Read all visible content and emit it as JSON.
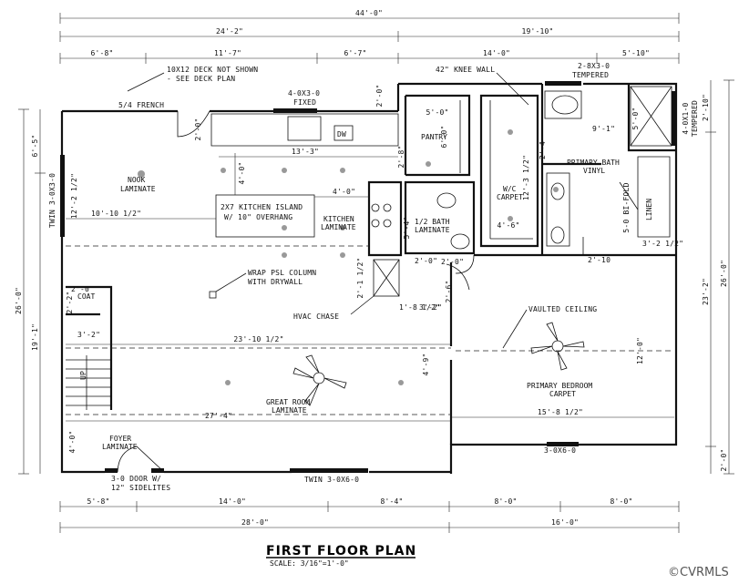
{
  "dimensions": {
    "overall_top": "44'-0\"",
    "top_left": "24'-2\"",
    "top_right": "19'-10\"",
    "row3": [
      "6'-8\"",
      "11'-7\"",
      "6'-7\"",
      "14'-0\"",
      "5'-10\""
    ],
    "bottom_row1": [
      "5'-8\"",
      "14'-0\"",
      "8'-4\"",
      "8'-0\"",
      "8'-0\""
    ],
    "bottom_row2": [
      "28'-0\"",
      "16'-0\""
    ],
    "left_outer": "26'-0\"",
    "left_inner": "19'-1\"",
    "left_top": "6'-5\"",
    "left_window_side": "12'-2 1/2\"",
    "right_outer": "26'-0\"",
    "right_inner": "23'-2\"",
    "right_top": "2'-10\"",
    "right_bottom": "2'-0\"",
    "interior": {
      "d_13_3": "13'-3\"",
      "d_4_0_kitchen": "4'-0\"",
      "d_10_10": "10'-10 1/2\"",
      "d_4_0_island": "4'-0\"",
      "d_23_10": "23'-10 1/2\"",
      "d_27_4": "27'-4\"",
      "d_2_0_left": "2'-0\"",
      "d_2_0_window": "2'-0\"",
      "d_5_0_pantry": "5'-0\"",
      "d_6_0_pantry": "6'-0\"",
      "d_2_8": "2'-8\"",
      "d_12_3": "12'-3 1/2\"",
      "d_4_6": "4'-6\"",
      "d_5_4": "5'-4\"",
      "d_9_1": "9'-1\"",
      "d_5_0_shower": "5'-0\"",
      "d_3_2": "3'-2 1/2\"",
      "d_2_10": "2'-10",
      "d_2_0_bath": "2'-0\"",
      "d_3_2_hall": "3'-2\"",
      "d_2_6_door": "2'-6\"",
      "d_2_0_col": "2'-0\"",
      "d_1_8": "1'-8 1/2\"",
      "d_2_1": "2'-1 1/2\"",
      "d_2_4": "2'-4",
      "d_12_0": "12'-0\"",
      "d_15_8": "15'-8 1/2\"",
      "d_4_9": "4'-9\"",
      "d_3_2_coat": "3'-2\"",
      "d_2_6_coat": "2'-0",
      "d_4_0_foyer": "4'-0\"",
      "d_2_2": "2'-2\""
    }
  },
  "notes": {
    "deck": "10X12 DECK NOT SHOWN",
    "deck2": "- SEE DECK PLAN",
    "french": "5/4 FRENCH",
    "window_fixed_a": "4-0X3-0",
    "window_fixed_b": "FIXED",
    "knee_wall": "42\" KNEE WALL",
    "tempered_top_a": "2-8X3-0",
    "tempered_top_b": "TEMPERED",
    "tempered_right_a": "4-0X1-0",
    "tempered_right_b": "TEMPERED",
    "island_a": "2X7 KITCHEN ISLAND",
    "island_b": "W/ 10\" OVERHANG",
    "column_a": "WRAP PSL COLUMN",
    "column_b": "WITH DRYWALL",
    "hvac": "HVAC CHASE",
    "vaulted": "VAULTED CEILING",
    "twin_left": "TWIN 3-0X3-0",
    "door_a": "3-0 DOOR W/",
    "door_b": "12\" SIDELITES",
    "twin_bottom": "TWIN 3-0X6-0",
    "bedroom_window": "3-0X6-0",
    "bifold": "5-0 BI-FOLD",
    "dw": "DW",
    "up": "UP"
  },
  "rooms": {
    "nook": {
      "name": "NOOK",
      "floor": "LAMINATE"
    },
    "kitchen": {
      "name": "KITCHEN",
      "floor": "LAMINATE"
    },
    "pantry": {
      "name": "PANTRY"
    },
    "wic": {
      "name": "W/C",
      "floor": "CARPET"
    },
    "primary_bath": {
      "name": "PRIMARY BATH",
      "floor": "VINYL"
    },
    "half_bath": {
      "name": "1/2 BATH",
      "floor": "LAMINATE"
    },
    "linen": {
      "name": "LINEN"
    },
    "coat": {
      "name": "COAT"
    },
    "great_room": {
      "name": "GREAT ROOM",
      "floor": "LAMINATE"
    },
    "foyer": {
      "name": "FOYER",
      "floor": "LAMINATE"
    },
    "primary_bedroom": {
      "name": "PRIMARY BEDROOM",
      "floor": "CARPET"
    }
  },
  "title": "FIRST FLOOR PLAN",
  "scale": "SCALE: 3/16\"=1'-0\"",
  "watermark": "©CVRMLS"
}
